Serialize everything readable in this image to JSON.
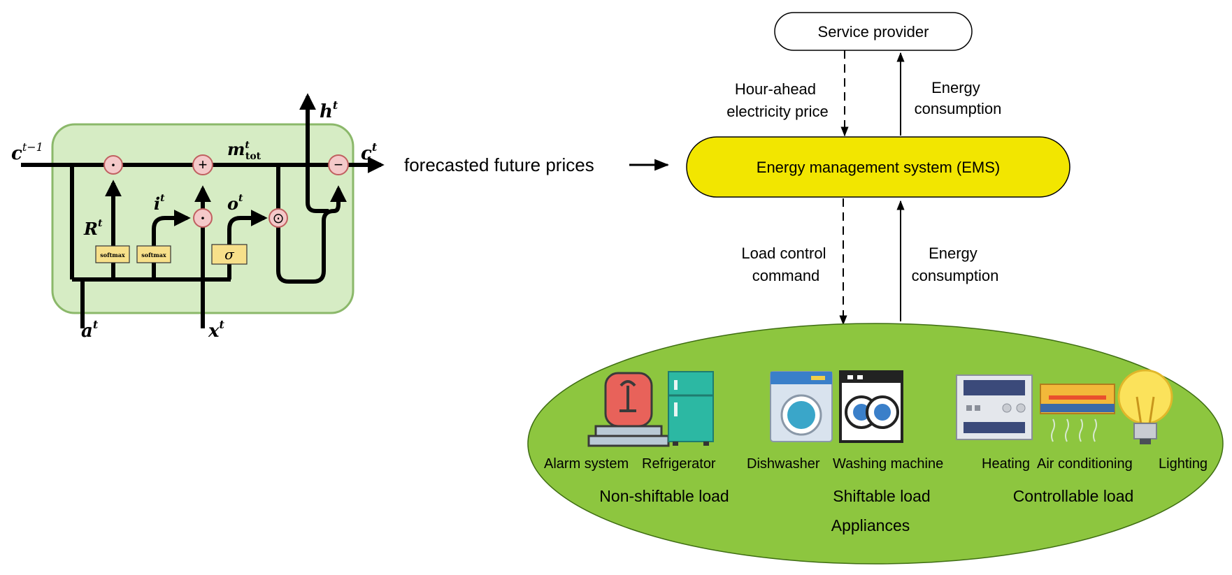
{
  "lstm": {
    "c_prev": "c",
    "c_prev_sup": "t−1",
    "c_out": "c",
    "c_out_sup": "t",
    "h_out": "h",
    "h_out_sup": "t",
    "m_tot": "m",
    "m_tot_sup": "t",
    "m_tot_sub": "tot",
    "R_label": "R",
    "R_sup": "t",
    "i_label": "i",
    "i_sup": "t",
    "o_label": "o",
    "o_sup": "t",
    "a_input": "a",
    "a_sup": "t",
    "x_input": "x",
    "x_sup": "t",
    "softmax_1": "softmax",
    "softmax_2": "softmax",
    "sigma": "σ",
    "op_mult_1": "·",
    "op_plus": "+",
    "op_mult_2": "·",
    "op_odot": "⊙",
    "op_minus": "−"
  },
  "forecast_label": "forecasted future prices",
  "service_provider": "Service provider",
  "ems": "Energy management system (EMS)",
  "top_left_label": [
    "Hour-ahead",
    "electricity price"
  ],
  "top_right_label": [
    "Energy",
    "consumption"
  ],
  "bottom_left_label": [
    "Load control",
    "command"
  ],
  "bottom_right_label": [
    "Energy",
    "consumption"
  ],
  "appliances": {
    "labels": [
      "Alarm system",
      "Refrigerator",
      "Dishwasher",
      "Washing machine",
      "Heating",
      "Air conditioning",
      "Lighting"
    ],
    "groups": [
      "Non-shiftable load",
      "Shiftable load",
      "Controllable load"
    ],
    "title": "Appliances"
  },
  "colors": {
    "lstm_bg": "#d6ecc4",
    "ems_fill": "#f2e600",
    "ellipse_fill": "#8dc63f",
    "gate_fill": "#f7e08a",
    "op_fill": "#f4c9c9"
  }
}
